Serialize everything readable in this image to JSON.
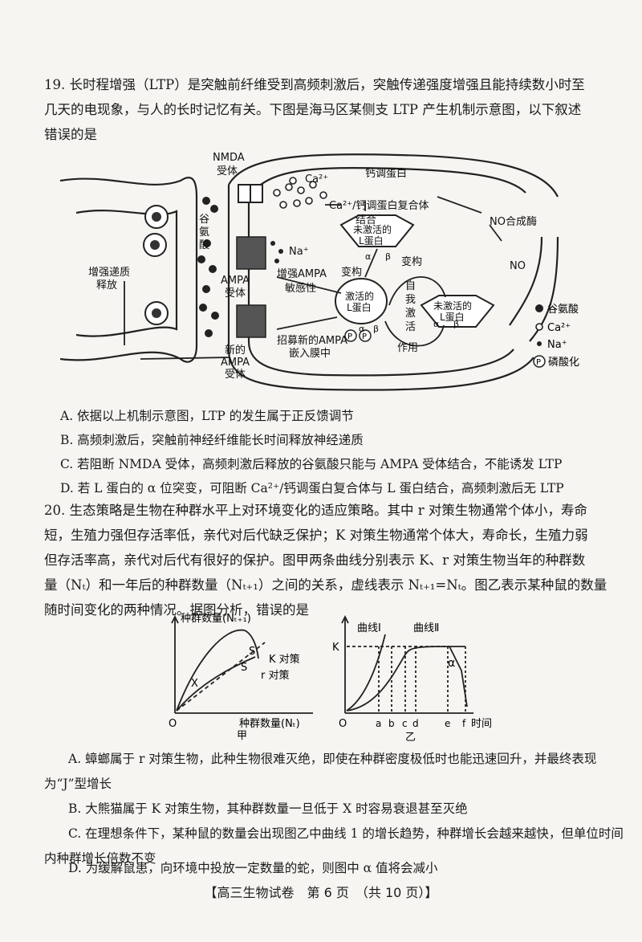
{
  "q19": {
    "stem_line1": "19. 长时程增强（LTP）是突触前纤维受到高频刺激后，突触传递强度增强且能持续数小时至",
    "stem_line2": "几天的电现象，与人的长时记忆有关。下图是海马区某侧支 LTP 产生机制示意图，以下叙述",
    "stem_line3": "错误的是",
    "diagram": {
      "nmda": "NMDA",
      "nmda2": "受体",
      "ca": "Ca²⁺",
      "calmodulin": "钙调蛋白",
      "complex": "Ca²⁺/钙调蛋白复合体",
      "no_synthase": "NO合成酶",
      "no": "NO",
      "glu1": "谷",
      "glu2": "氨",
      "glu3": "酸",
      "na": "Na⁺",
      "bind": "结合",
      "inactive1": "未激活的",
      "inactive2": "L蛋白",
      "alpha": "α",
      "beta": "β",
      "ampa_enh1": "增强AMPA",
      "ampa_enh2": "敏感性",
      "conform1": "变构",
      "conform2": "变构",
      "active1": "激活的",
      "active2": "L蛋白",
      "self1": "自",
      "self2": "我",
      "self3": "激",
      "self4": "活",
      "self5": "作用",
      "inactive3": "未激活的",
      "inactive4": "L蛋白",
      "ampa1": "AMPA",
      "ampa2": "受体",
      "recruit1": "招募新的AMPA",
      "recruit2": "嵌入膜中",
      "new1": "新的",
      "new2": "AMPA",
      "new3": "受体",
      "enh1": "增强递质",
      "enh2": "释放",
      "p": "P",
      "legend_glu": "谷氨酸",
      "legend_ca": "Ca²⁺",
      "legend_na": "Na⁺",
      "legend_p": "磷酸化"
    },
    "options": [
      "A. 依据以上机制示意图，LTP 的发生属于正反馈调节",
      "B. 高频刺激后，突触前神经纤维能长时间释放神经递质",
      "C. 若阻断 NMDA 受体，高频刺激后释放的谷氨酸只能与 AMPA 受体结合，不能诱发 LTP",
      "D. 若 L 蛋白的 α 位突变，可阻断 Ca²⁺/钙调蛋白复合体与 L 蛋白结合，高频刺激后无 LTP"
    ]
  },
  "q20": {
    "lines": [
      "20. 生态策略是生物在种群水平上对环境变化的适应策略。其中 r 对策生物通常个体小，寿命",
      "短，生殖力强但存活率低，亲代对后代缺乏保护；K 对策生物通常个体大，寿命长，生殖力弱",
      "但存活率高，亲代对后代有很好的保护。图甲两条曲线分别表示 K、r 对策生物当年的种群数",
      "量（Nₜ）和一年后的种群数量（Nₜ₊₁）之间的关系，虚线表示 Nₜ₊₁=Nₜ。图乙表示某种鼠的数量",
      "随时间变化的两种情况。据图分析，错误的是"
    ],
    "fig_jia": {
      "ylabel": "种群数量(Nₜ₊₁)",
      "xlabel": "种群数量(Nₜ)",
      "origin": "O",
      "k_curve": "K 对策",
      "r_curve": "r 对策",
      "s": "S",
      "x": "X",
      "caption": "甲"
    },
    "fig_yi": {
      "k": "K",
      "curve1": "曲线Ⅰ",
      "curve2": "曲线Ⅱ",
      "alpha": "α",
      "origin": "O",
      "ticks": [
        "a",
        "b",
        "c",
        "d",
        "e",
        "f"
      ],
      "xlabel": "时间",
      "caption": "乙"
    },
    "options": [
      "A. 蟑螂属于 r 对策生物，此种生物很难灭绝，即使在种群密度极低时也能迅速回升，并最终表现为“J”型增长",
      "B. 大熊猫属于 K 对策生物，其种群数量一旦低于 X 时容易衰退甚至灭绝",
      "C. 在理想条件下，某种鼠的数量会出现图乙中曲线 1 的增长趋势，种群增长会越来越快，但单位时间内种群增长倍数不变",
      "D. 为缓解鼠患，向环境中投放一定数量的蛇，则图中 α 值将会减小"
    ]
  },
  "footer": "【高三生物试卷　第 6 页　（共 10 页）】"
}
